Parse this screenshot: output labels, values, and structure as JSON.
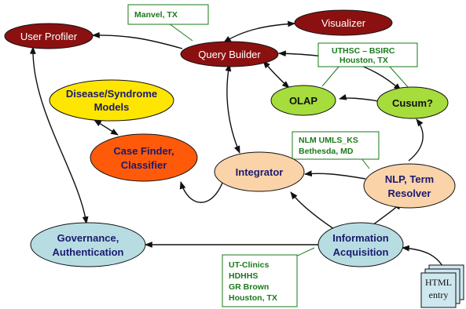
{
  "nodes": {
    "user_profiler": {
      "label": "User Profiler",
      "color": "#8b1111",
      "text": "#ffffff"
    },
    "query_builder": {
      "label": "Query Builder",
      "color": "#8b1111",
      "text": "#ffffff"
    },
    "visualizer": {
      "label": "Visualizer",
      "color": "#8b1111",
      "text": "#ffffff"
    },
    "disease_models": {
      "line1": "Disease/Syndrome",
      "line2": "Models",
      "color": "#ffe600",
      "text": "#1a1a6e"
    },
    "case_finder": {
      "line1": "Case Finder,",
      "line2": "Classifier",
      "color": "#ff5a0a",
      "text": "#1a1a6e"
    },
    "olap": {
      "label": "OLAP",
      "color": "#a6dc3c",
      "text": "#111111"
    },
    "cusum": {
      "label": "Cusum?",
      "color": "#a6dc3c",
      "text": "#111111"
    },
    "integrator": {
      "label": "Integrator",
      "color": "#fbd3a9",
      "text": "#1a1a6e"
    },
    "nlp": {
      "line1": "NLP, Term",
      "line2": "Resolver",
      "color": "#fbd3a9",
      "text": "#1a1a6e"
    },
    "governance": {
      "line1": "Governance,",
      "line2": "Authentication",
      "color": "#b7dde2",
      "text": "#1a1a6e"
    },
    "info_acq": {
      "line1": "Information",
      "line2": "Acquisition",
      "color": "#b7dde2",
      "text": "#1a1a6e"
    }
  },
  "callouts": {
    "manvel": {
      "line1": "Manvel, TX"
    },
    "uthsc": {
      "line1": "UTHSC – BSIRC",
      "line2": "Houston, TX"
    },
    "nlm": {
      "line1": "NLM UMLS_KS",
      "line2": "Bethesda, MD"
    },
    "utclinics": {
      "line1": "UT-Clinics",
      "line2": "HDHHS",
      "line3": "GR Brown",
      "line4": "Houston, TX"
    }
  },
  "document": {
    "line1": "HTML",
    "line2": "entry"
  }
}
